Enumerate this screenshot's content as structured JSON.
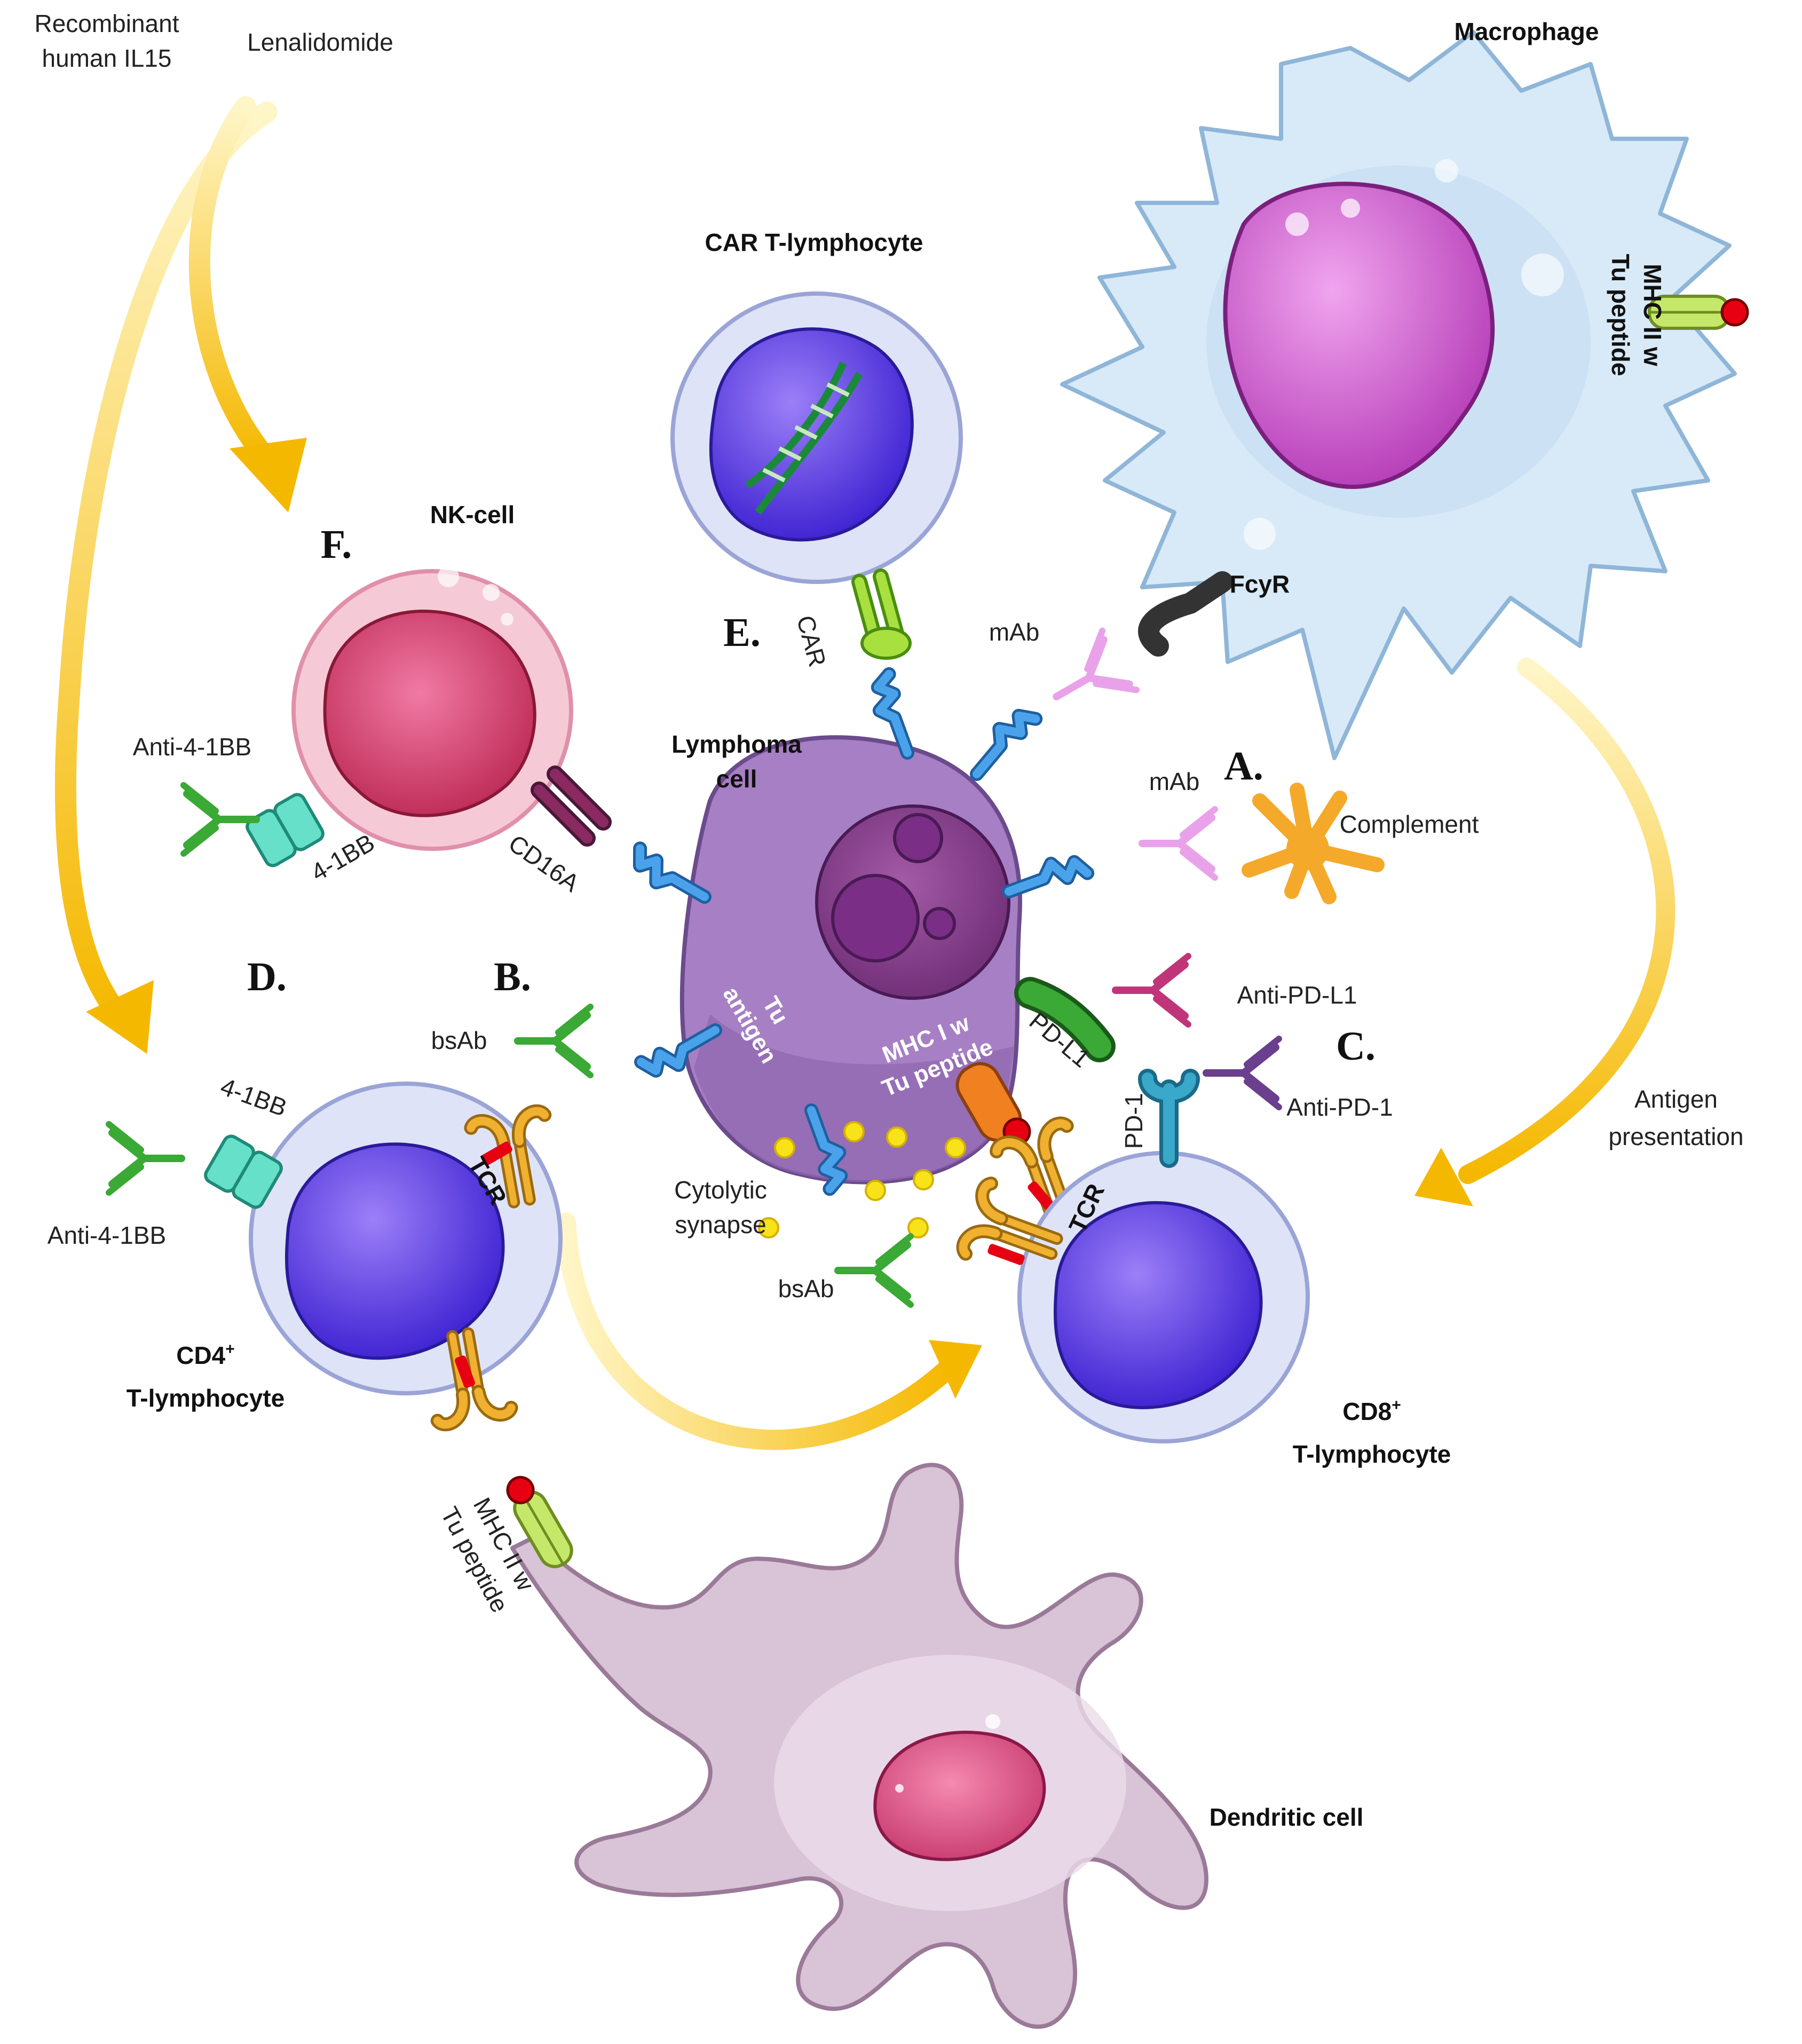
{
  "labels": {
    "il15": [
      "Recombinant",
      "human IL15"
    ],
    "lenalidomide": "Lenalidomide",
    "macrophage": "Macrophage",
    "car_t": "CAR T-lymphocyte",
    "mhc2_macro": [
      "MHC II w",
      "Tu peptide"
    ],
    "fcyr": "FcyR",
    "nk_cell": "NK-cell",
    "e_car": "CAR",
    "mab_top": "mAb",
    "mab_mid": "mAb",
    "complement": "Complement",
    "anti_41bb_top": "Anti-4-1BB",
    "bb_nk": "4-1BB",
    "cd16a": "CD16A",
    "lymphoma": [
      "Lymphoma",
      "cell"
    ],
    "anti_pdl1": "Anti-PD-L1",
    "tu_antigen": [
      "Tu",
      "antigen"
    ],
    "mhc1": [
      "MHC I w",
      "Tu peptide"
    ],
    "pdl1": "PD-L1",
    "pd1": "PD-1",
    "anti_pd1": "Anti-PD-1",
    "bsab_left": "bsAb",
    "bsab_bottom": "bsAb",
    "bb_cd4": "4-1BB",
    "anti_41bb_bottom": "Anti-4-1BB",
    "tcr_cd4": "TCR",
    "tcr_cd8": "TCR",
    "cytolytic": [
      "Cytolytic",
      "synapse"
    ],
    "antigen_presentation": [
      "Antigen",
      "presentation"
    ],
    "cd4": [
      "CD4",
      "+",
      "T-lymphocyte"
    ],
    "cd8": [
      "CD8",
      "+",
      "T-lymphocyte"
    ],
    "mhc2_dc": [
      "MHC II w",
      "Tu peptide"
    ],
    "dendritic": "Dendritic cell"
  },
  "letters": {
    "a": "A.",
    "b": "B.",
    "c": "C.",
    "d": "D.",
    "e": "E.",
    "f": "F."
  },
  "colors": {
    "arrow": "#f5b800",
    "receptor_blue": "#3a8fd6",
    "lymphoma_body": "#a77fc4",
    "nk_body": "#f6c9d6",
    "macrophage_body": "#d8eaf8",
    "t_cell_body": "#dfe3f7",
    "dendritic_body": "#d9c3d6",
    "antibody_green": "#3aa935",
    "antibody_pink": "#e9a2ea",
    "antibody_magenta": "#c0357a",
    "antibody_purple": "#6a3f8e",
    "tcr_orange": "#f0b030",
    "mhc_lime": "#c6e86a",
    "bb_teal": "#66e0c8"
  }
}
